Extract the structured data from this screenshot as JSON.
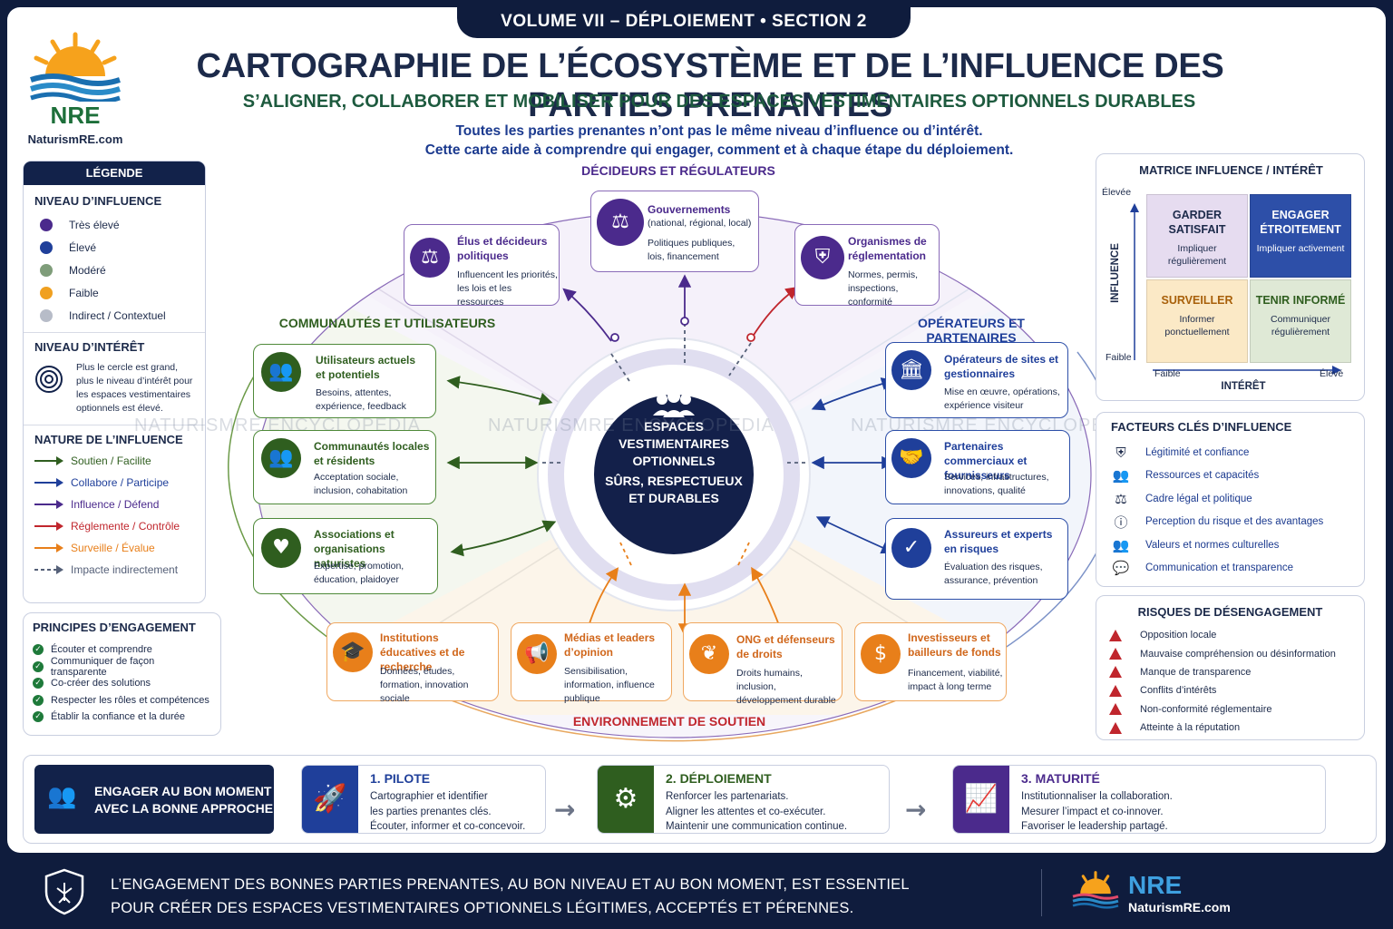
{
  "header": {
    "volume_tab": "VOLUME VII – DÉPLOIEMENT • SECTION 2",
    "title": "CARTOGRAPHIE DE L’ÉCOSYSTÈME ET DE L’INFLUENCE DES PARTIES PRENANTES",
    "subtitle": "S’ALIGNER, COLLABORER ET MOBILISER POUR DES ESPACES VESTIMENTAIRES OPTIONNELS DURABLES",
    "intro_line1": "Toutes les parties prenantes n’ont pas le même niveau d’influence ou d’intérêt.",
    "intro_line2": "Cette carte aide à comprendre qui engager, comment et à chaque étape du déploiement."
  },
  "logo": {
    "brand": "NRE",
    "url": "NaturismRE.com"
  },
  "watermark": [
    "NATURISMRE ENCYCLOPEDIA",
    "NATURISMRE ENCYCLOPEDIA",
    "NATURISMRE ENCYCLOPEDIA"
  ],
  "legend": {
    "title": "LÉGENDE",
    "influence_title": "NIVEAU D’INFLUENCE",
    "influence_levels": [
      {
        "label": "Très élevé",
        "color": "#4b2a8c"
      },
      {
        "label": "Élevé",
        "color": "#1f3f9a"
      },
      {
        "label": "Modéré",
        "color": "#7f9d7a"
      },
      {
        "label": "Faible",
        "color": "#f0a020"
      },
      {
        "label": "Indirect / Contextuel",
        "color": "#b7bcc8"
      }
    ],
    "interest_title": "NIVEAU D’INTÉRÊT",
    "interest_text": "Plus le cercle est grand, plus le niveau d’intérêt pour les espaces vestimentaires optionnels est élevé.",
    "nature_title": "NATURE DE L’INFLUENCE",
    "nature_items": [
      {
        "label": "Soutien / Facilite",
        "color": "#2f5e1f",
        "style": "solid"
      },
      {
        "label": "Collabore / Participe",
        "color": "#1f3f9a",
        "style": "solid"
      },
      {
        "label": "Influence / Défend",
        "color": "#4b2a8c",
        "style": "solid"
      },
      {
        "label": "Réglemente / Contrôle",
        "color": "#c0262d",
        "style": "solid"
      },
      {
        "label": "Surveille / Évalue",
        "color": "#e87f1a",
        "style": "solid"
      },
      {
        "label": "Impacte indirectement",
        "color": "#556078",
        "style": "dashed"
      }
    ]
  },
  "principles": {
    "title": "PRINCIPES D’ENGAGEMENT",
    "items": [
      "Écouter et comprendre",
      "Communiquer de façon transparente",
      "Co-créer des solutions",
      "Respecter les rôles et compétences",
      "Établir la confiance et la durée"
    ]
  },
  "zones": {
    "top": "DÉCIDEURS ET RÉGULATEURS",
    "left": "COMMUNAUTÉS ET UTILISATEURS",
    "right": "OPÉRATEURS ET PARTENAIRES",
    "bottom": "ENVIRONNEMENT DE SOUTIEN"
  },
  "center": {
    "line1": "ESPACES",
    "line2": "VESTIMENTAIRES",
    "line3": "OPTIONNELS",
    "line4": "SÛRS, RESPECTUEUX",
    "line5": "ET DURABLES"
  },
  "stakeholders": {
    "gov": {
      "title": "Gouvernements",
      "title2": "(national, régional, local)",
      "desc": "Politiques publiques, lois, financement"
    },
    "elus": {
      "title": "Élus et décideurs politiques",
      "desc": "Influencent les priorités, les lois et les ressources"
    },
    "org": {
      "title": "Organismes de réglementation",
      "desc": "Normes, permis, inspections, conformité"
    },
    "users": {
      "title": "Utilisateurs actuels et potentiels",
      "desc": "Besoins, attentes, expérience, feedback"
    },
    "comm": {
      "title": "Communautés locales et résidents",
      "desc": "Acceptation sociale, inclusion, cohabitation"
    },
    "assoc": {
      "title": "Associations et organisations naturistes",
      "desc": "Expertise, promotion, éducation, plaidoyer"
    },
    "ops": {
      "title": "Opérateurs de sites et gestionnaires",
      "desc": "Mise en œuvre, opérations, expérience visiteur"
    },
    "partners": {
      "title": "Partenaires commerciaux et fournisseurs",
      "desc": "Services, infrastructures, innovations, qualité"
    },
    "insur": {
      "title": "Assureurs et experts en risques",
      "desc": "Évaluation des risques, assurance, prévention"
    },
    "edu": {
      "title": "Institutions éducatives et de recherche",
      "desc": "Données, études, formation, innovation sociale"
    },
    "media": {
      "title": "Médias et leaders d’opinion",
      "desc": "Sensibilisation, information, influence publique"
    },
    "ngo": {
      "title": "ONG et défenseurs de droits",
      "desc": "Droits humains, inclusion, développement durable"
    },
    "invest": {
      "title": "Investisseurs et bailleurs de fonds",
      "desc": "Financement, viabilité, impact à long terme"
    }
  },
  "matrix": {
    "title": "MATRICE INFLUENCE / INTÉRÊT",
    "y_label": "INFLUENCE",
    "x_label": "INTÉRÊT",
    "y_high": "Élevée",
    "y_low": "Faible",
    "x_low": "Faible",
    "x_high": "Élevé",
    "cells": [
      {
        "title": "GARDER SATISFAIT",
        "desc": "Impliquer régulièrement",
        "color": "#e6dcf0"
      },
      {
        "title": "ENGAGER ÉTROITEMENT",
        "desc": "Impliquer activement",
        "color": "#2d4fa8"
      },
      {
        "title": "SURVEILLER",
        "desc": "Informer ponctuellement",
        "color": "#fbe9c6"
      },
      {
        "title": "TENIR INFORMÉ",
        "desc": "Communiquer régulièrement",
        "color": "#dfe9d6"
      }
    ]
  },
  "factors": {
    "title": "FACTEURS CLÉS D’INFLUENCE",
    "items": [
      {
        "label": "Légitimité et confiance",
        "icon": "shield-check-icon"
      },
      {
        "label": "Ressources et capacités",
        "icon": "people-icon"
      },
      {
        "label": "Cadre légal et politique",
        "icon": "scales-icon"
      },
      {
        "label": "Perception du risque et des avantages",
        "icon": "exclamation-icon"
      },
      {
        "label": "Valeurs et normes culturelles",
        "icon": "group-icon"
      },
      {
        "label": "Communication et transparence",
        "icon": "chat-icon"
      }
    ]
  },
  "risks": {
    "title": "RISQUES DE DÉSENGAGEMENT",
    "items": [
      "Opposition locale",
      "Mauvaise compréhension ou désinformation",
      "Manque de transparence",
      "Conflits d’intérêts",
      "Non-conformité réglementaire",
      "Atteinte à la réputation"
    ]
  },
  "phases": {
    "engage_line1": "ENGAGER AU BON MOMENT",
    "engage_line2": "AVEC LA BONNE APPROCHE",
    "p1": {
      "title": "1. PILOTE",
      "l1": "Cartographier et identifier",
      "l2": "les parties prenantes clés.",
      "l3": "Écouter, informer et co-concevoir."
    },
    "p2": {
      "title": "2. DÉPLOIEMENT",
      "l1": "Renforcer les partenariats.",
      "l2": "Aligner les attentes et co-exécuter.",
      "l3": "Maintenir une communication continue."
    },
    "p3": {
      "title": "3. MATURITÉ",
      "l1": "Institutionnaliser la collaboration.",
      "l2": "Mesurer l’impact et co-innover.",
      "l3": "Favoriser le leadership partagé."
    }
  },
  "footer": {
    "line1": "L’ENGAGEMENT DES BONNES PARTIES PRENANTES, AU BON NIVEAU ET AU BON MOMENT, EST ESSENTIEL",
    "line2": "POUR CRÉER DES ESPACES VESTIMENTAIRES OPTIONNELS LÉGITIMES, ACCEPTÉS ET PÉRENNES.",
    "brand": "NRE",
    "url": "NaturismRE.com"
  }
}
